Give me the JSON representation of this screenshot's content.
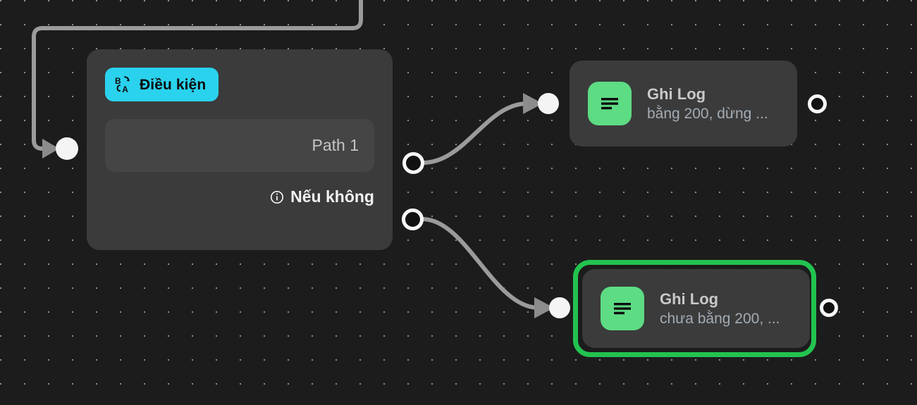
{
  "canvas": {
    "background_color": "#1c1c1c",
    "grid_dot_color": "#8e8e8e",
    "grid_spacing": "34px",
    "edge_color": "#9b9b9b"
  },
  "condition_node": {
    "chip_label": "Điều kiện",
    "chip_color": "#2ad2ee",
    "chip_icon": "translate-branch-icon",
    "path_field_value": "Path 1",
    "else_icon": "info-circle-icon",
    "else_label": "Nếu không",
    "input_handle": "target-handle",
    "output_handle_path1": "source-handle-path-1",
    "output_handle_else": "source-handle-else"
  },
  "log_nodes": [
    {
      "icon": "log-lines-icon",
      "icon_color": "#5ddc84",
      "title": "Ghi Log",
      "subtitle": "bằng 200, dừng ...",
      "selected": false,
      "input_handle": "target-handle",
      "output_handle": "source-handle"
    },
    {
      "icon": "log-lines-icon",
      "icon_color": "#5ddc84",
      "title": "Ghi Log",
      "subtitle": "chưa bằng 200, ...",
      "selected": true,
      "selection_color": "#22c34f",
      "input_handle": "target-handle",
      "output_handle": "source-handle"
    }
  ]
}
